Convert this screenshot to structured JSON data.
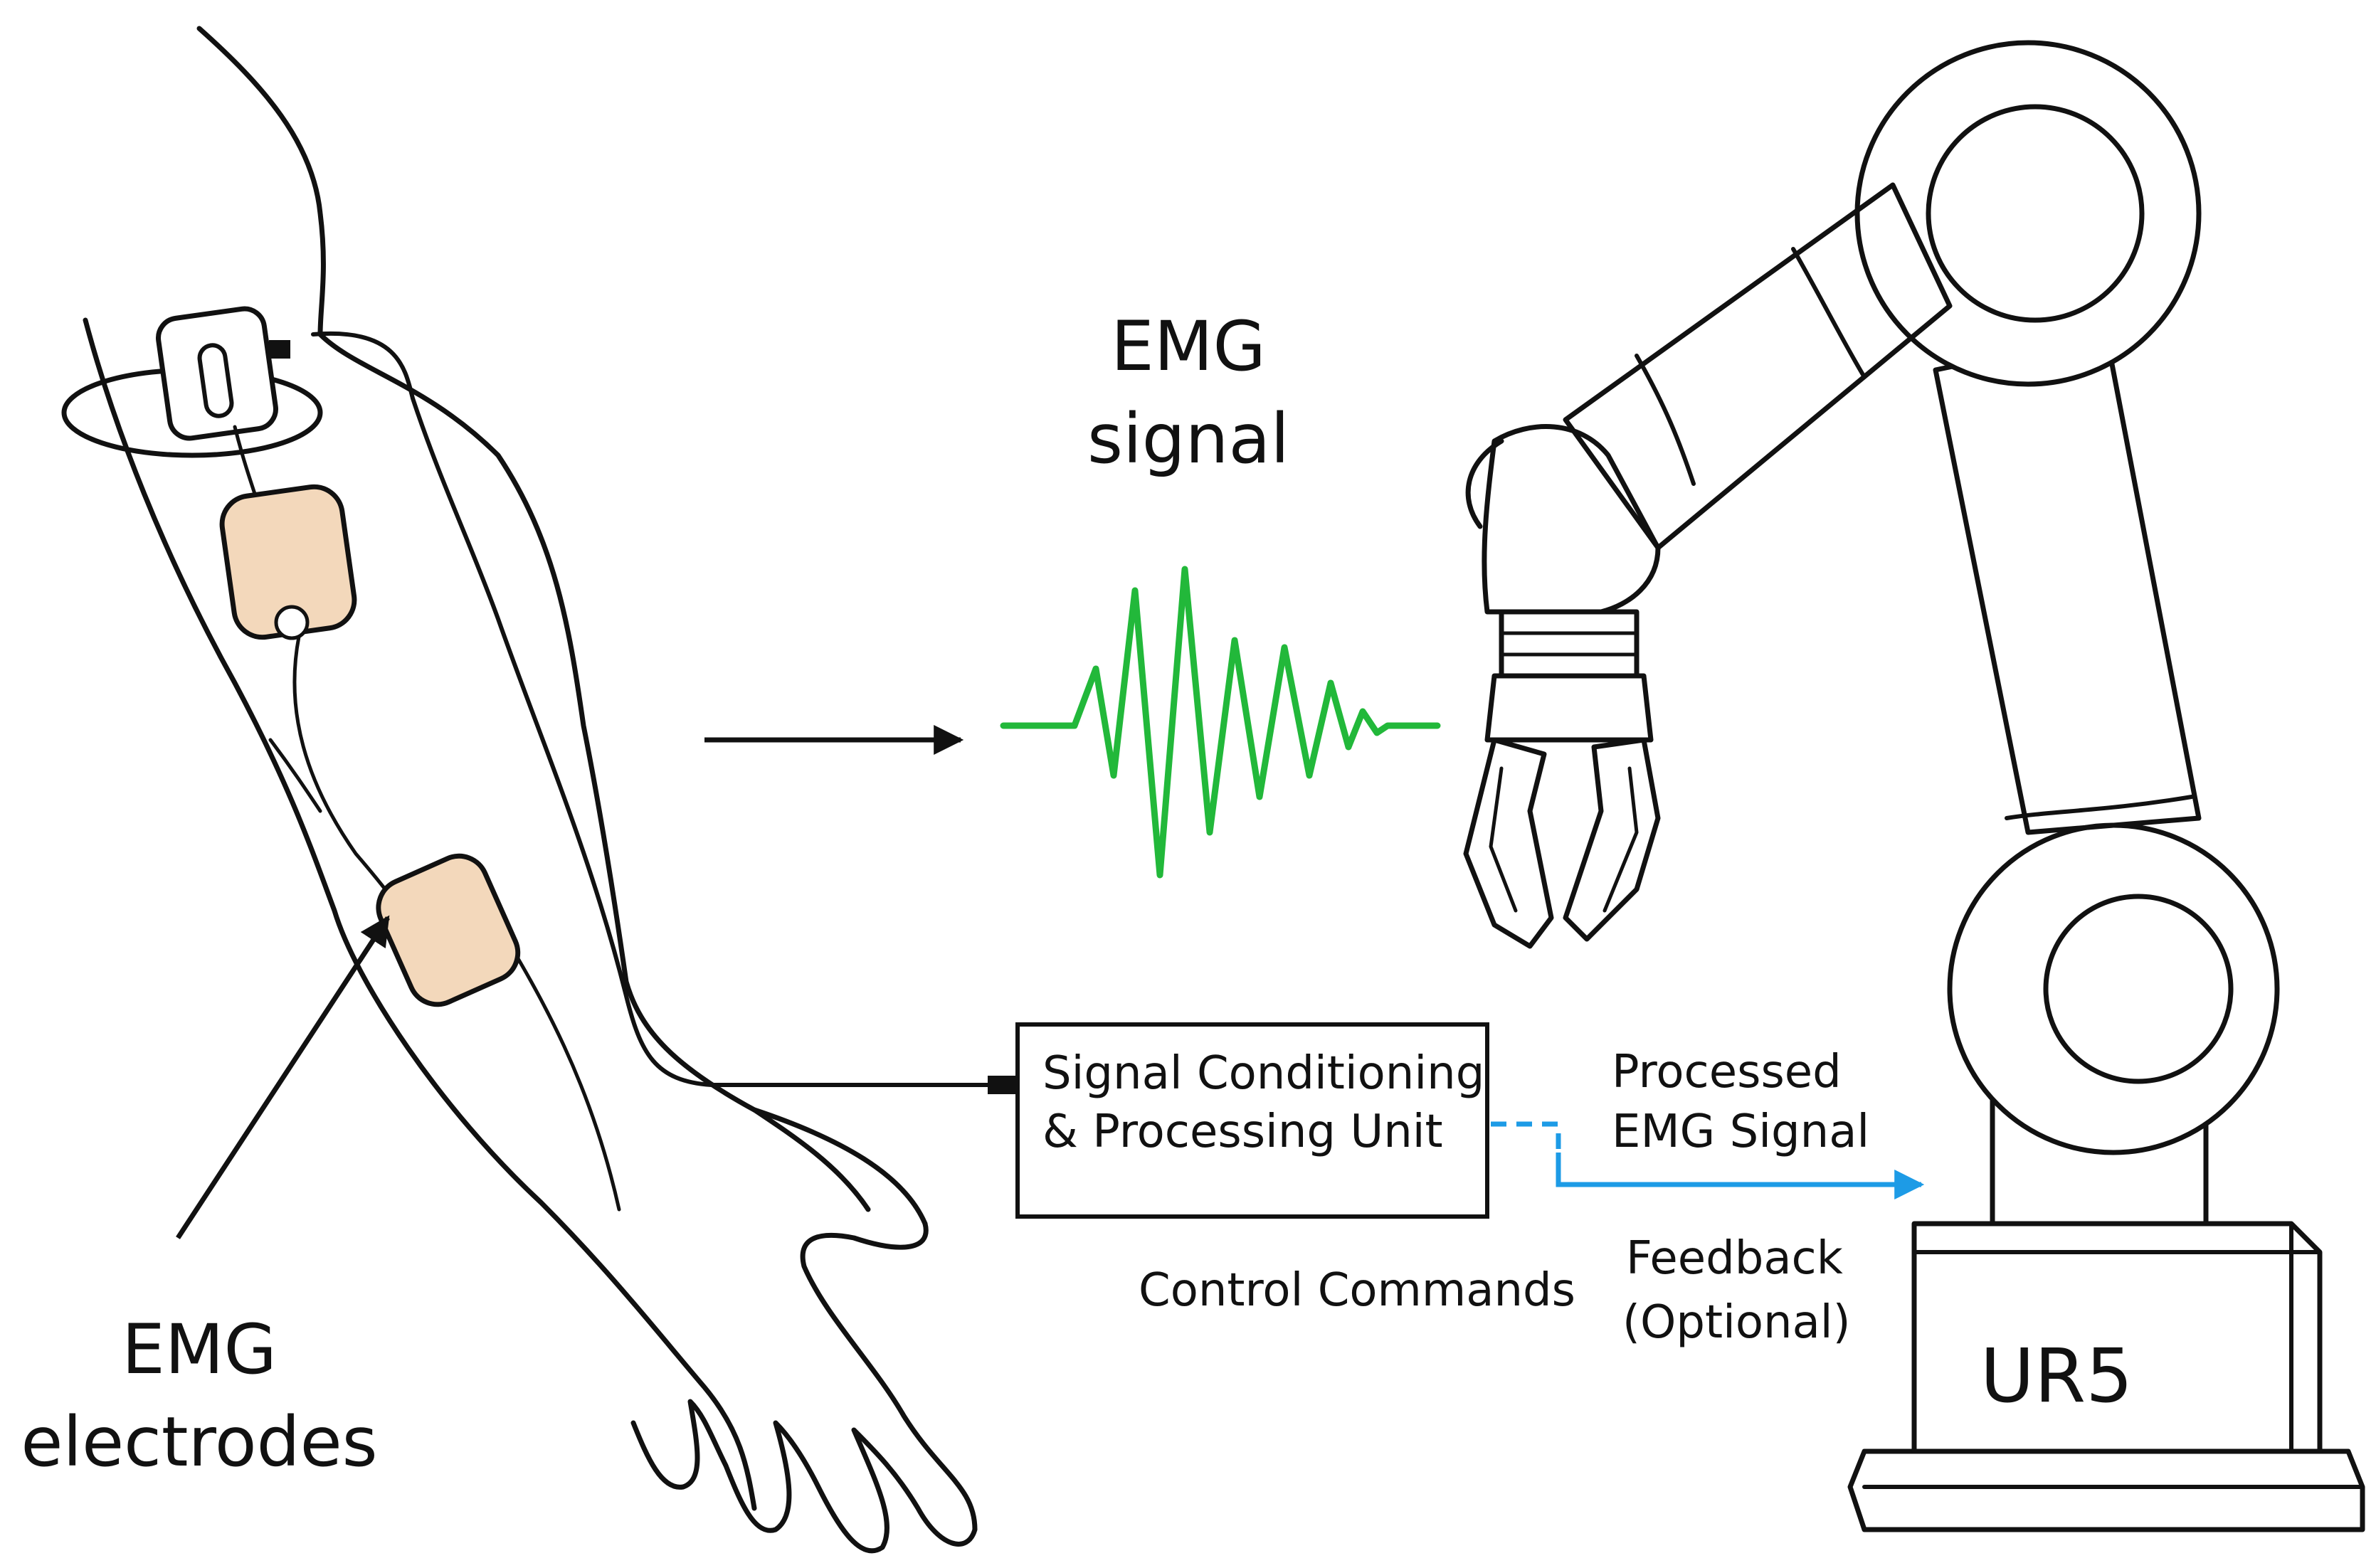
{
  "labels": {
    "emg_signal_line1": "EMG",
    "emg_signal_line2": "signal",
    "emg_electrodes_line1": "EMG",
    "emg_electrodes_line2": "electrodes",
    "processing_unit_line1": "Signal Conditioning",
    "processing_unit_line2": "& Processing Unit",
    "processed_line1": "Processed",
    "processed_line2": "EMG Signal",
    "control_commands": "Control Commands",
    "feedback_line1": "Feedback",
    "feedback_line2": "(Optional)",
    "robot_name": "UR5"
  },
  "colors": {
    "ink": "#111111",
    "electrode_fill": "#f3d8bb",
    "emg_wave": "#22b83a",
    "feedback_link": "#1d9be6"
  }
}
